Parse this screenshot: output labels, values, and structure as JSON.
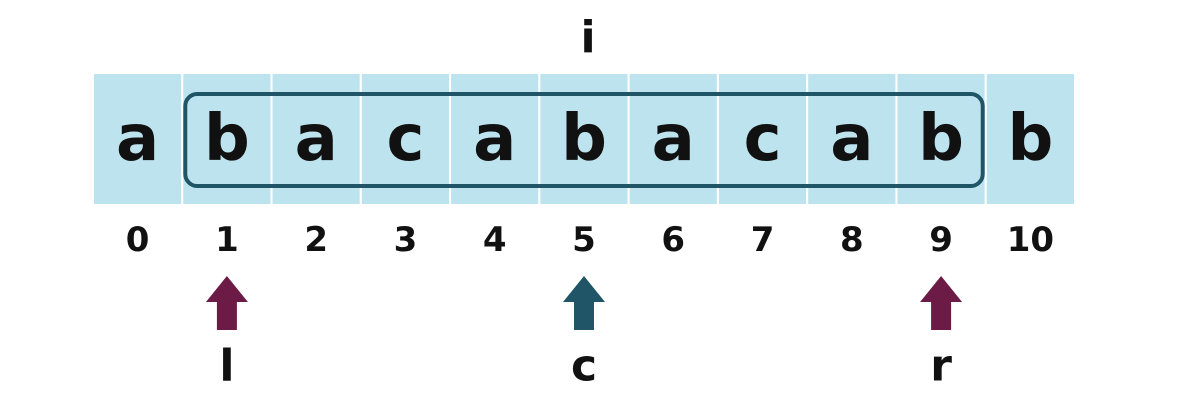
{
  "diagram": {
    "top_label": "i",
    "characters": [
      "a",
      "b",
      "a",
      "c",
      "a",
      "b",
      "a",
      "c",
      "a",
      "b",
      "b"
    ],
    "indices": [
      "0",
      "1",
      "2",
      "3",
      "4",
      "5",
      "6",
      "7",
      "8",
      "9",
      "10"
    ],
    "highlight": {
      "from_index": 1,
      "to_index": 9
    },
    "pointers": [
      {
        "label": "l",
        "index": 1,
        "color": "#6b1b46"
      },
      {
        "label": "c",
        "index": 5,
        "color": "#1f5566"
      },
      {
        "label": "r",
        "index": 9,
        "color": "#6b1b46"
      }
    ],
    "colors": {
      "cell_fill": "#bde3ee",
      "cell_divider": "#ffffff",
      "highlight_border": "#1f5566",
      "text": "#111111"
    }
  }
}
